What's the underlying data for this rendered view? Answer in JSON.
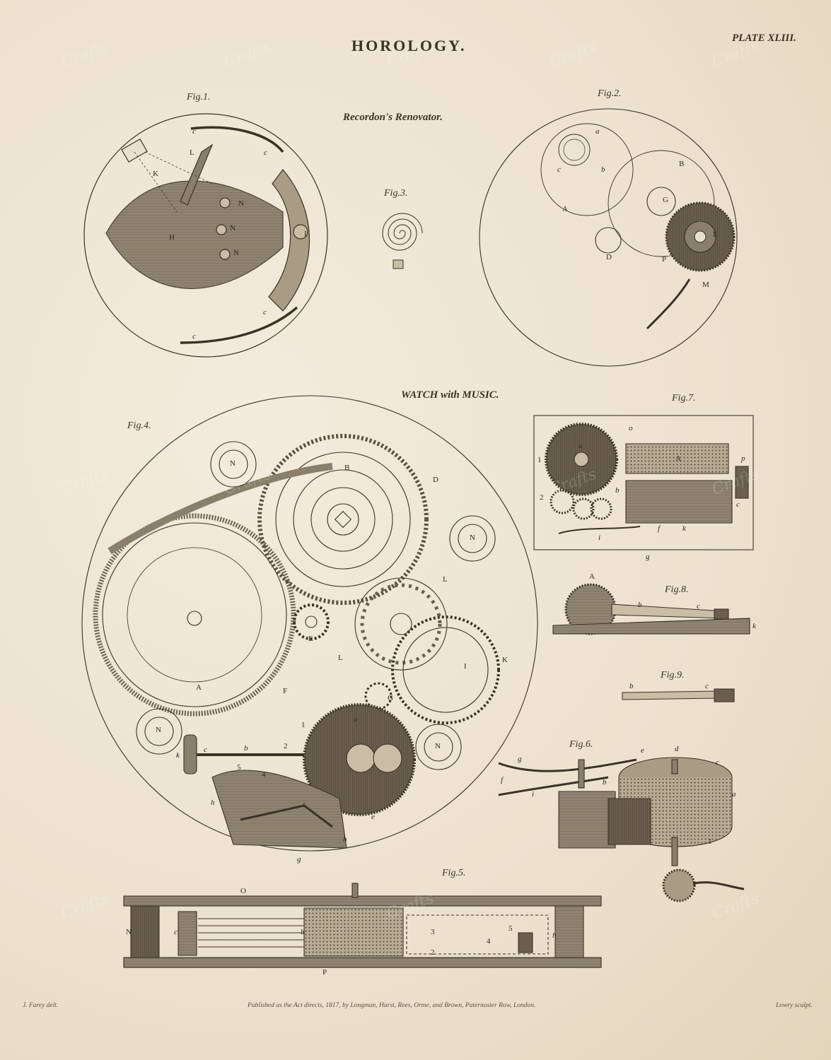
{
  "header": {
    "title": "HOROLOGY.",
    "plate": "PLATE XLIII."
  },
  "sections": {
    "renovator": "Recordon's Renovator.",
    "music": "WATCH with MUSIC."
  },
  "figures": {
    "fig1": "Fig.1.",
    "fig2": "Fig.2.",
    "fig3": "Fig.3.",
    "fig4": "Fig.4.",
    "fig5": "Fig.5.",
    "fig6": "Fig.6.",
    "fig7": "Fig.7.",
    "fig8": "Fig.8.",
    "fig9": "Fig.9."
  },
  "footer": {
    "left": "J. Farey delt.",
    "center": "Published as the Act directs, 1817, by Longman, Hurst, Rees, Orme, and Brown, Paternoster Row, London.",
    "right": "Lowry sculpt."
  },
  "labels": {
    "f1_c1": "c",
    "f1_L": "L",
    "f1_c2": "c",
    "f1_K": "K",
    "f1_N1": "N",
    "f1_N2": "N",
    "f1_N3": "N",
    "f1_H": "H",
    "f1_I": "I",
    "f1_c3": "c",
    "f1_c4": "c",
    "f2_a": "a",
    "f2_c": "c",
    "f2_b": "b",
    "f2_B": "B",
    "f2_G": "G",
    "f2_A": "A",
    "f2_E": "E",
    "f2_D": "D",
    "f2_P": "P",
    "f2_M": "M",
    "f4_N1": "N",
    "f4_B": "B",
    "f4_D": "D",
    "f4_N2": "N",
    "f4_L1": "L",
    "f4_E": "E",
    "f4_L2": "L",
    "f4_I": "I",
    "f4_K": "K",
    "f4_A": "A",
    "f4_F": "F",
    "f4_G": "G",
    "f4_N3": "N",
    "f4_N4": "N",
    "f4_k": "k",
    "f4_c": "c",
    "f4_b": "b",
    "f4_a": "a",
    "f4_1": "1",
    "f4_2": "2",
    "f4_5": "5",
    "f4_4": "4",
    "f4_h1": "h",
    "f4_i": "i",
    "f4_e": "e",
    "f4_h2": "h",
    "f4_g": "g",
    "f7_o": "o",
    "f7_1": "1",
    "f7_a": "a",
    "f7_A": "A",
    "f7_p": "p",
    "f7_2": "2",
    "f7_b": "b",
    "f7_c": "c",
    "f7_i": "i",
    "f7_f": "f",
    "f7_k": "k",
    "f7_g": "g",
    "f8_A": "A",
    "f8_b": "b",
    "f8_c": "c",
    "f8_k": "k",
    "f9_b": "b",
    "f9_c": "c",
    "f6_g": "g",
    "f6_f": "f",
    "f6_e": "e",
    "f6_d": "d",
    "f6_c": "c",
    "f6_b": "b",
    "f6_i": "i",
    "f6_a": "a",
    "f6_1": "1",
    "f5_O": "O",
    "f5_N": "N",
    "f5_c": "c",
    "f5_b": "b",
    "f5_3": "3",
    "f5_5": "5",
    "f5_4": "4",
    "f5_2": "2",
    "f5_h": "h",
    "f5_P": "P"
  }
}
